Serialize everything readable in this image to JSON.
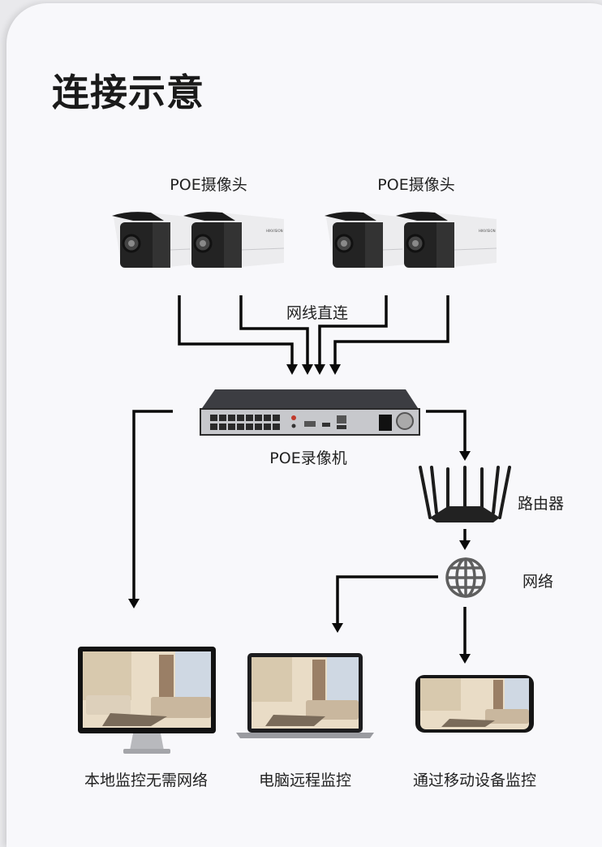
{
  "title": "连接示意",
  "cameras": {
    "group_left_label": "POE摄像头",
    "group_right_label": "POE摄像头",
    "brand_text": "HIKVISION"
  },
  "cable_label": "网线直连",
  "nvr_label": "POE录像机",
  "router_label": "路由器",
  "network_label": "网络",
  "endpoints": [
    {
      "label": "本地监控无需网络",
      "device": "monitor"
    },
    {
      "label": "电脑远程监控",
      "device": "laptop"
    },
    {
      "label": "通过移动设备监控",
      "device": "phone"
    }
  ],
  "colors": {
    "line": "#0a0a0a",
    "background": "#f8f8fb",
    "globe": "#5f5f5f"
  }
}
